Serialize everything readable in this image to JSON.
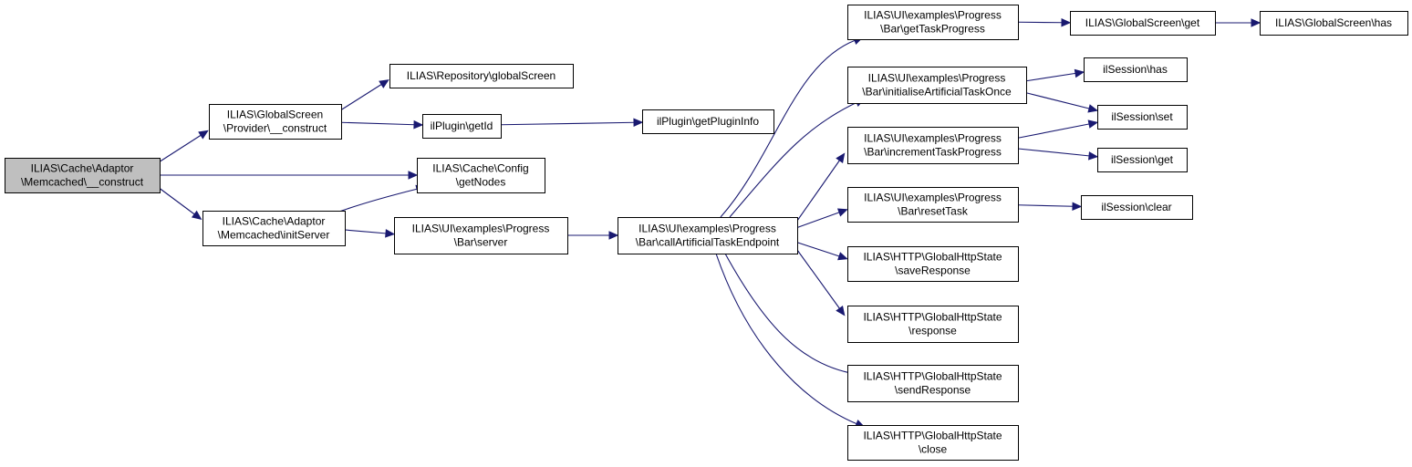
{
  "colors": {
    "edge": "#191970",
    "root_fill": "#bfbfbf",
    "node_fill": "#ffffff",
    "border": "#000000"
  },
  "nodes": [
    {
      "id": "n0",
      "lines": [
        "ILIAS\\Cache\\Adaptor",
        "\\Memcached\\__construct"
      ],
      "root": true
    },
    {
      "id": "n1",
      "lines": [
        "ILIAS\\GlobalScreen",
        "\\Provider\\__construct"
      ]
    },
    {
      "id": "n2",
      "lines": [
        "ILIAS\\Cache\\Config",
        "\\getNodes"
      ]
    },
    {
      "id": "n3",
      "lines": [
        "ILIAS\\Cache\\Adaptor",
        "\\Memcached\\initServer"
      ]
    },
    {
      "id": "n4",
      "lines": [
        "ILIAS\\Repository\\globalScreen"
      ]
    },
    {
      "id": "n5",
      "lines": [
        "ilPlugin\\getId"
      ]
    },
    {
      "id": "n6",
      "lines": [
        "ilPlugin\\getPluginInfo"
      ]
    },
    {
      "id": "n7",
      "lines": [
        "ILIAS\\UI\\examples\\Progress",
        "\\Bar\\server"
      ]
    },
    {
      "id": "n8",
      "lines": [
        "ILIAS\\UI\\examples\\Progress",
        "\\Bar\\callArtificialTaskEndpoint"
      ]
    },
    {
      "id": "n9",
      "lines": [
        "ILIAS\\UI\\examples\\Progress",
        "\\Bar\\getTaskProgress"
      ]
    },
    {
      "id": "n10",
      "lines": [
        "ILIAS\\UI\\examples\\Progress",
        "\\Bar\\initialiseArtificialTaskOnce"
      ]
    },
    {
      "id": "n11",
      "lines": [
        "ILIAS\\UI\\examples\\Progress",
        "\\Bar\\incrementTaskProgress"
      ]
    },
    {
      "id": "n12",
      "lines": [
        "ILIAS\\UI\\examples\\Progress",
        "\\Bar\\resetTask"
      ]
    },
    {
      "id": "n13",
      "lines": [
        "ILIAS\\HTTP\\GlobalHttpState",
        "\\saveResponse"
      ]
    },
    {
      "id": "n14",
      "lines": [
        "ILIAS\\HTTP\\GlobalHttpState",
        "\\response"
      ]
    },
    {
      "id": "n15",
      "lines": [
        "ILIAS\\HTTP\\GlobalHttpState",
        "\\sendResponse"
      ]
    },
    {
      "id": "n16",
      "lines": [
        "ILIAS\\HTTP\\GlobalHttpState",
        "\\close"
      ]
    },
    {
      "id": "n17",
      "lines": [
        "ILIAS\\GlobalScreen\\get"
      ]
    },
    {
      "id": "n18",
      "lines": [
        "ILIAS\\GlobalScreen\\has"
      ]
    },
    {
      "id": "n19",
      "lines": [
        "ilSession\\has"
      ]
    },
    {
      "id": "n20",
      "lines": [
        "ilSession\\set"
      ]
    },
    {
      "id": "n21",
      "lines": [
        "ilSession\\get"
      ]
    },
    {
      "id": "n22",
      "lines": [
        "ilSession\\clear"
      ]
    }
  ],
  "edges": [
    {
      "from": "n0",
      "to": "n1"
    },
    {
      "from": "n0",
      "to": "n2"
    },
    {
      "from": "n0",
      "to": "n3"
    },
    {
      "from": "n1",
      "to": "n4"
    },
    {
      "from": "n1",
      "to": "n5"
    },
    {
      "from": "n5",
      "to": "n6"
    },
    {
      "from": "n3",
      "to": "n2"
    },
    {
      "from": "n3",
      "to": "n7"
    },
    {
      "from": "n7",
      "to": "n8"
    },
    {
      "from": "n8",
      "to": "n9"
    },
    {
      "from": "n8",
      "to": "n10"
    },
    {
      "from": "n8",
      "to": "n11"
    },
    {
      "from": "n8",
      "to": "n12"
    },
    {
      "from": "n8",
      "to": "n13"
    },
    {
      "from": "n8",
      "to": "n14"
    },
    {
      "from": "n8",
      "to": "n15"
    },
    {
      "from": "n8",
      "to": "n16"
    },
    {
      "from": "n9",
      "to": "n17"
    },
    {
      "from": "n17",
      "to": "n18"
    },
    {
      "from": "n10",
      "to": "n19"
    },
    {
      "from": "n10",
      "to": "n20"
    },
    {
      "from": "n11",
      "to": "n20"
    },
    {
      "from": "n11",
      "to": "n21"
    },
    {
      "from": "n12",
      "to": "n22"
    }
  ]
}
